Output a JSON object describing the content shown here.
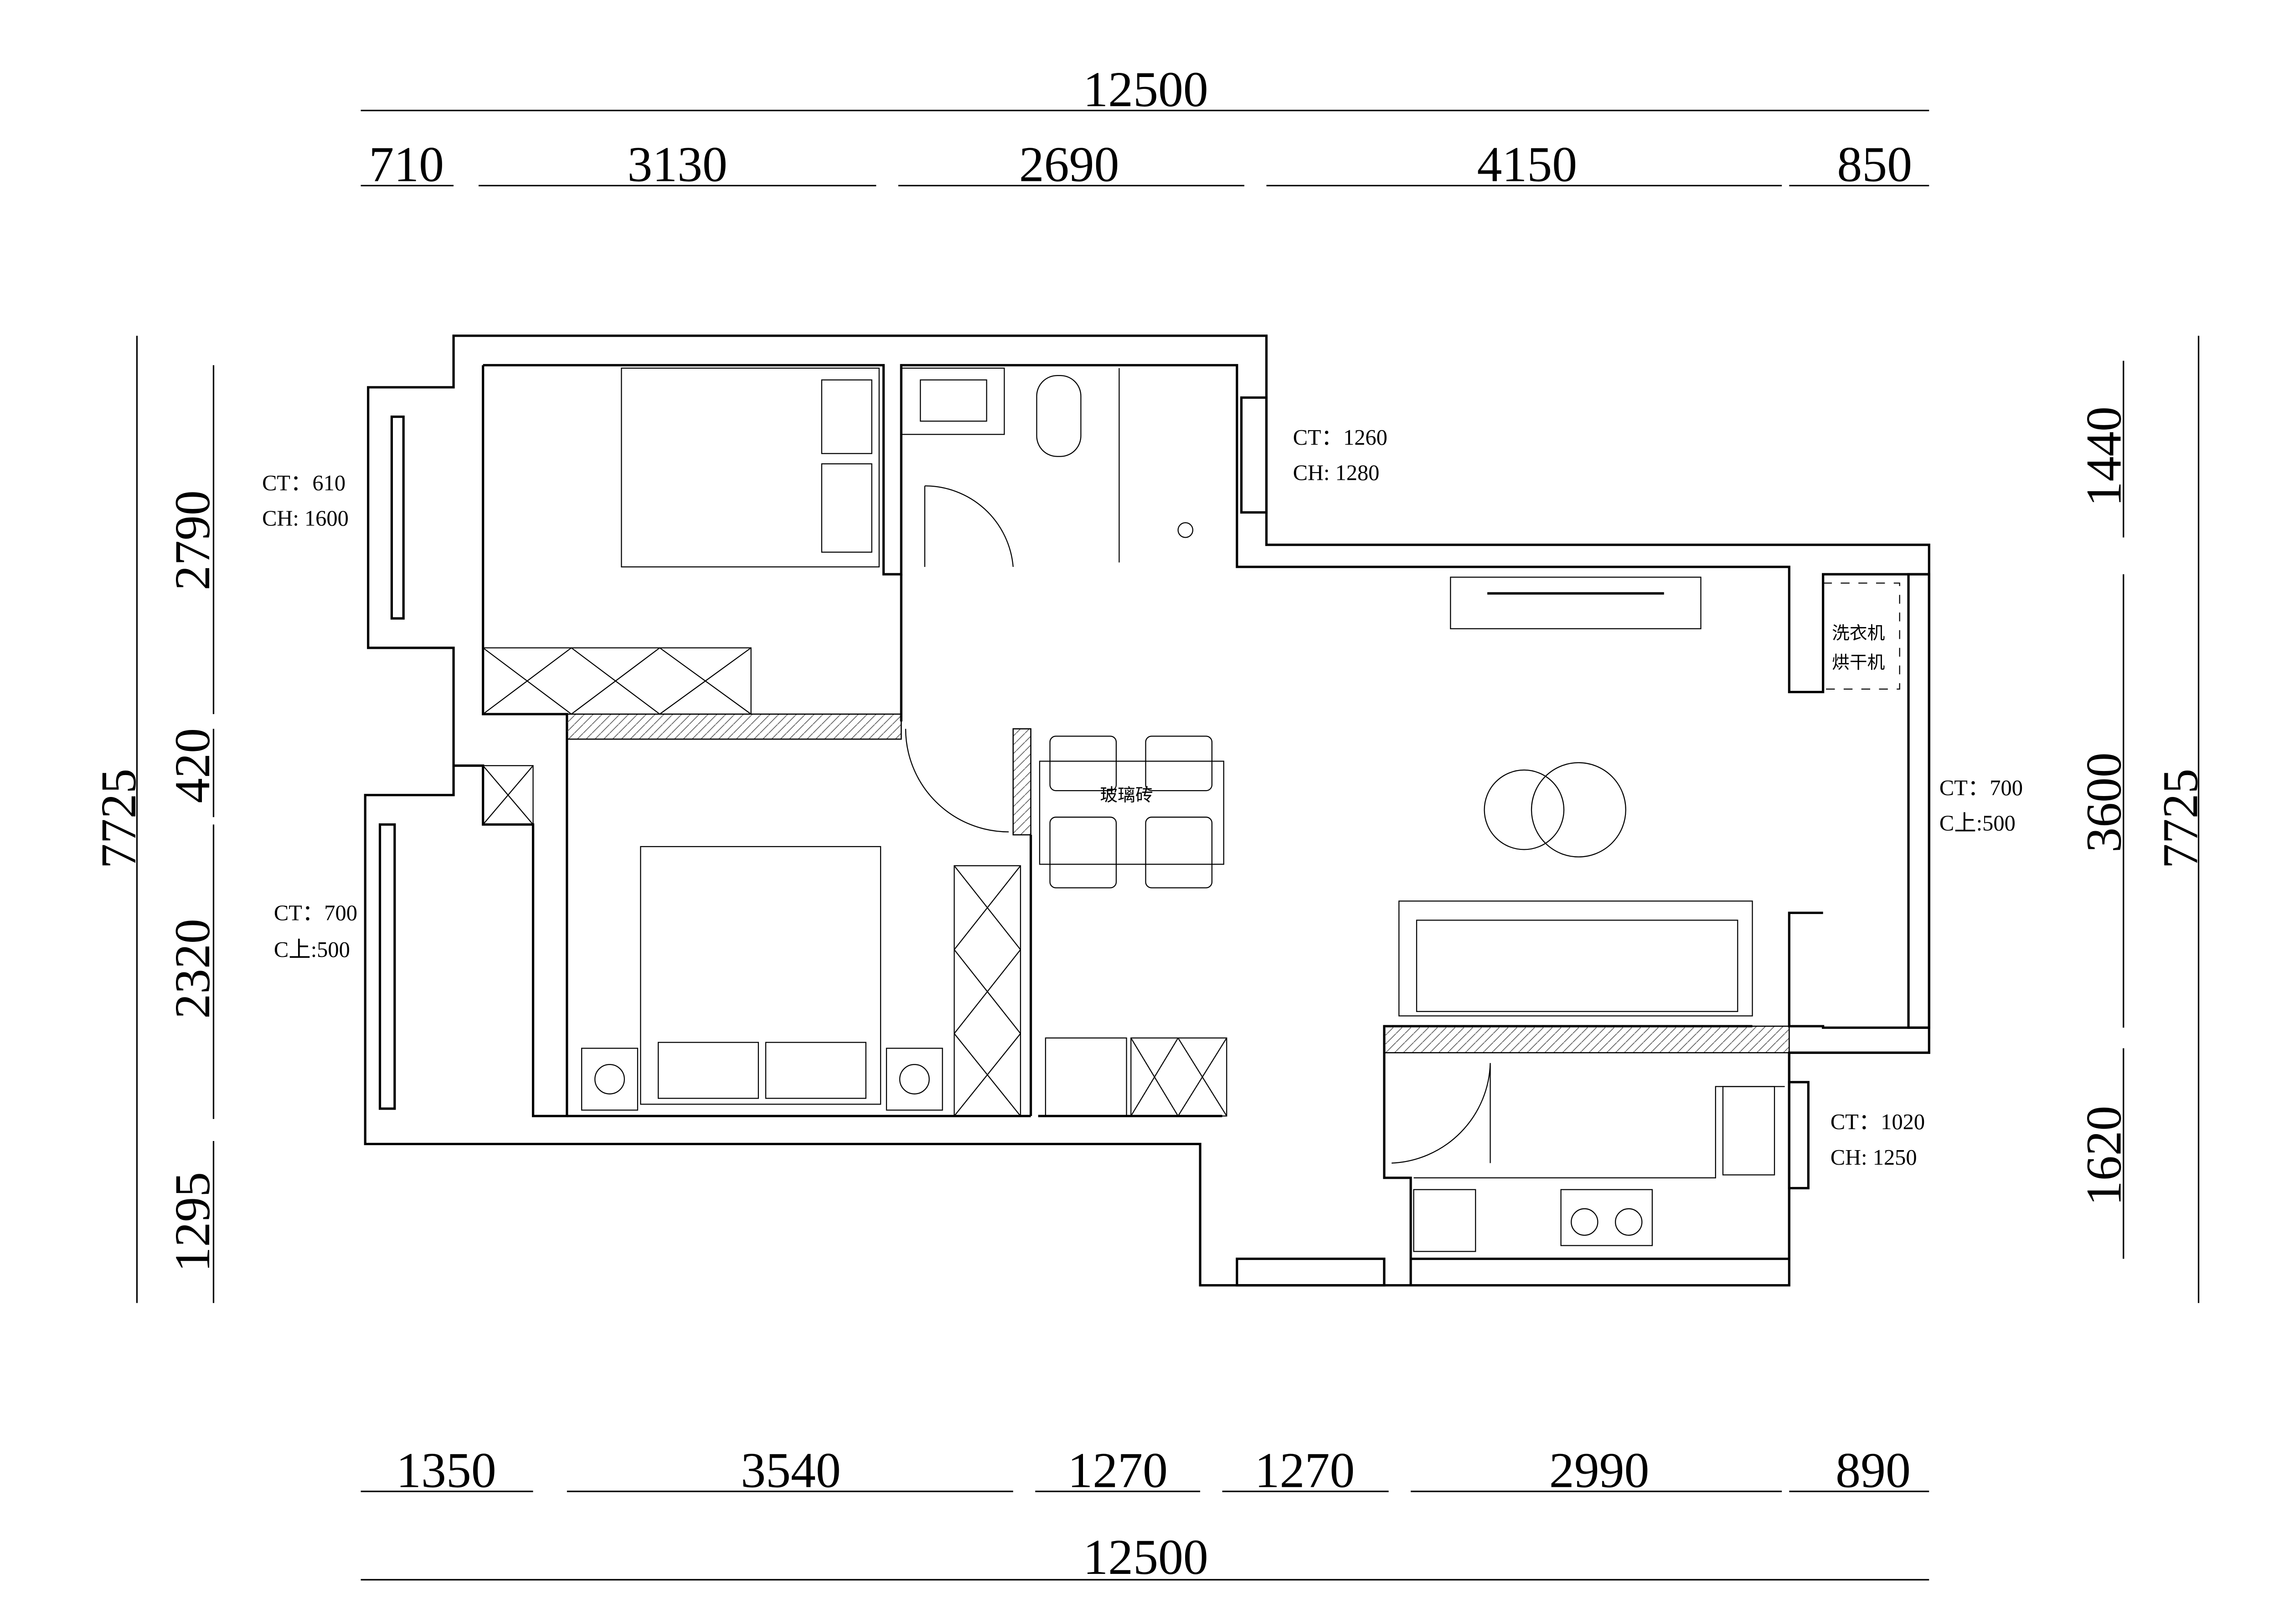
{
  "dimensions": {
    "top_total": "12500",
    "top_segments": [
      "710",
      "3130",
      "2690",
      "4150",
      "850"
    ],
    "bottom_segments": [
      "1350",
      "3540",
      "1270",
      "1270",
      "2990",
      "890"
    ],
    "bottom_total": "12500",
    "left_total": "7725",
    "left_segments": [
      "2790",
      "420",
      "2320",
      "1295"
    ],
    "right_total": "7725",
    "right_segments": [
      "1440",
      "3600",
      "1620"
    ]
  },
  "notes": {
    "bedroom1_window": [
      "CT：610",
      "CH: 1600"
    ],
    "bathroom_window": [
      "CT：1260",
      "CH: 1280"
    ],
    "bedroom2_window": [
      "CT：700",
      "C上:500"
    ],
    "balcony_window": [
      "CT：700",
      "C上:500"
    ],
    "kitchen_window": [
      "CT：1020",
      "CH: 1250"
    ]
  },
  "labels": {
    "glass_brick": "玻璃砖",
    "washer": "洗衣机",
    "dryer": "烘干机"
  }
}
